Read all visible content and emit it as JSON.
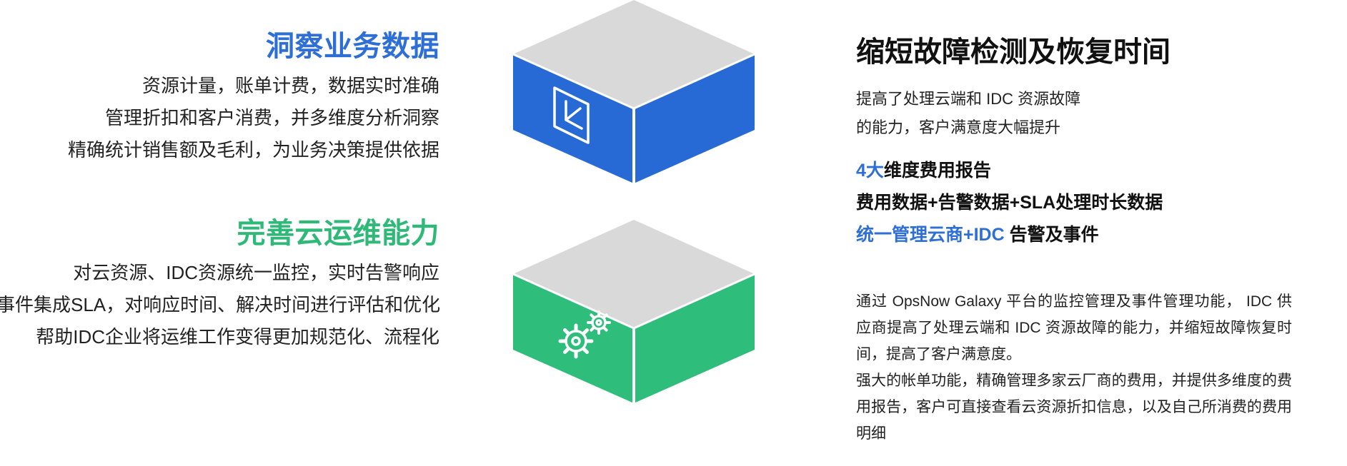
{
  "colors": {
    "accent_blue": "#2e6fd6",
    "accent_green": "#2fb978",
    "cube_top": "#d9d9d9",
    "cube_blue": "#276ad6",
    "cube_green": "#2fbd7b"
  },
  "left": {
    "block1": {
      "heading": "洞察业务数据",
      "lines": [
        "资源计量，账单计费，数据实时准确",
        "管理折扣和客户消费，并多维度分析洞察",
        "精确统计销售额及毛利，为业务决策提供依据"
      ]
    },
    "block2": {
      "heading": "完善云运维能力",
      "lines": [
        "对云资源、IDC资源统一监控，实时告警响应",
        "事件集成SLA，对响应时间、解决时间进行评估和优化",
        "帮助IDC企业将运维工作变得更加规范化、流程化"
      ]
    }
  },
  "cubes": {
    "cube1_icon": "arrow-in-box-icon",
    "cube2_icon": "gears-icon"
  },
  "right": {
    "title": "缩短故障检测及恢复时间",
    "intro": [
      "提高了处理云端和 IDC 资源故障",
      "的能力，客户满意度大幅提升"
    ],
    "features": {
      "f1_accent": "4大",
      "f1_rest": "维度费用报告",
      "f2": "费用数据+告警数据+SLA处理时长数据",
      "f3_accent": "统一管理云商+IDC",
      "f3_rest": " 告警及事件"
    },
    "desc": [
      "通过 OpsNow Galaxy 平台的监控管理及事件管理功能， IDC 供应商提高了处理云端和 IDC 资源故障的能力，并缩短故障恢复时间，提高了客户满意度。",
      "强大的帐单功能，精确管理多家云厂商的费用，并提供多维度的费用报告，客户可直接查看云资源折扣信息，以及自己所消费的费用明细"
    ]
  }
}
